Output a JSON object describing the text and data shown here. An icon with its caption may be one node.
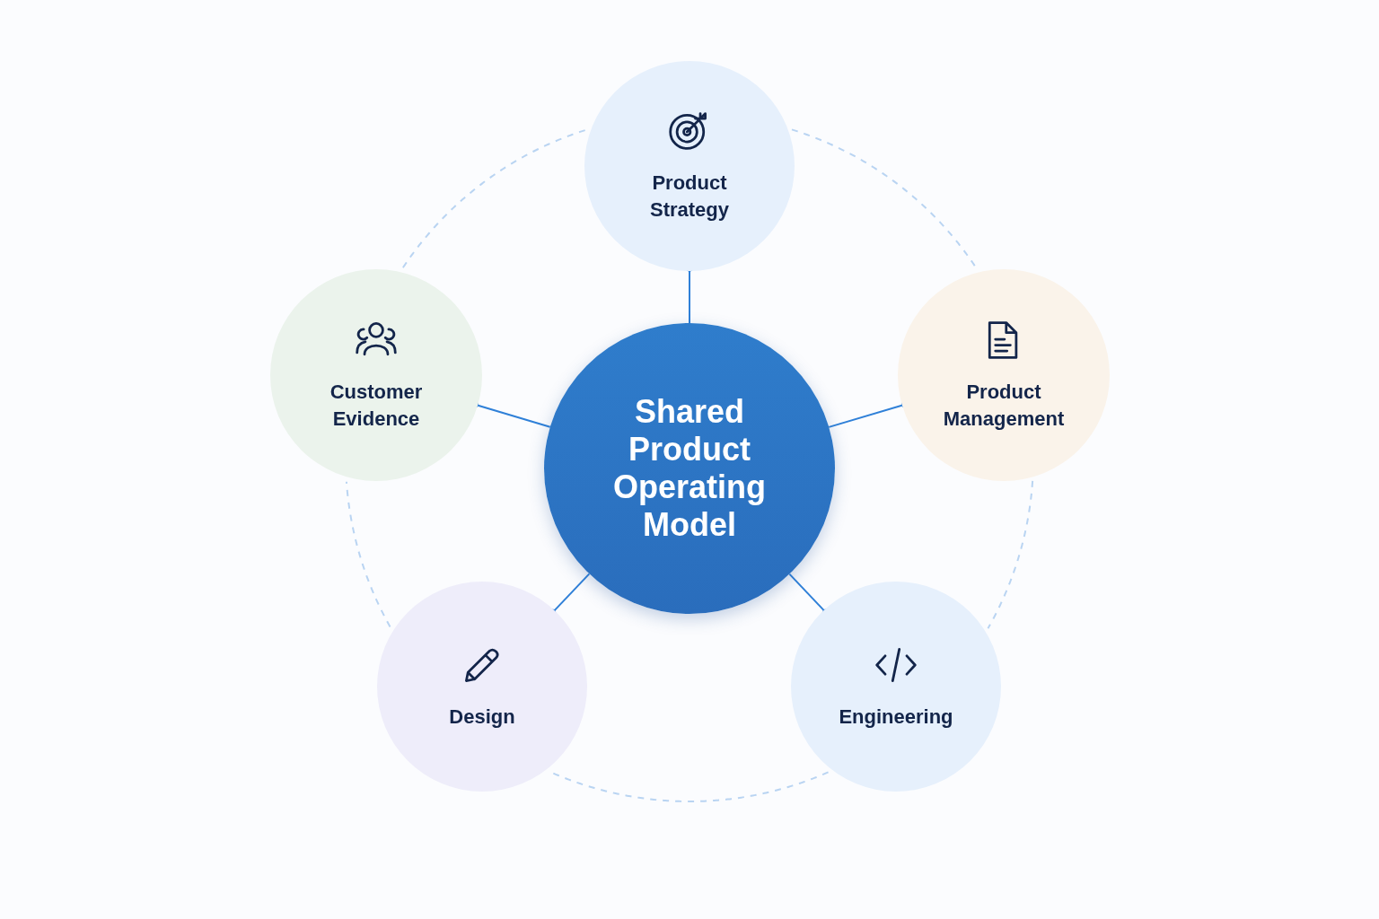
{
  "diagram": {
    "nodes": [
      {
        "text": [
          "Product Strategy"
        ]
      },
      {
        "text": [
          "Customer Evidence"
        ]
      },
      {
        "text": [
          "Shared Product Operating Model"
        ]
      },
      {
        "text": [
          "Product Management"
        ]
      },
      {
        "text": [
          "Design"
        ]
      },
      {
        "text": [
          "Engineering"
        ]
      }
    ],
    "edges": [
      {
        "from": 2,
        "to": 0,
        "arrow": "other"
      },
      {
        "from": 2,
        "to": 1,
        "arrow": "other"
      },
      {
        "from": 2,
        "to": 3,
        "arrow": "other"
      },
      {
        "from": 2,
        "to": 4,
        "arrow": "other"
      },
      {
        "from": 2,
        "to": 5,
        "arrow": "other"
      },
      {
        "from": 0,
        "to": 3,
        "arrow": "none",
        "style": "dashed",
        "color": "#b9d4f2"
      },
      {
        "from": 3,
        "to": 5,
        "arrow": "none",
        "style": "dashed",
        "color": "#b9d4f2"
      },
      {
        "from": 5,
        "to": 4,
        "arrow": "none",
        "style": "dashed",
        "color": "#b9d4f2"
      },
      {
        "from": 4,
        "to": 1,
        "arrow": "none",
        "style": "dashed",
        "color": "#b9d4f2"
      },
      {
        "from": 1,
        "to": 0,
        "arrow": "none",
        "style": "dashed",
        "color": "#b9d4f2"
      }
    ]
  }
}
